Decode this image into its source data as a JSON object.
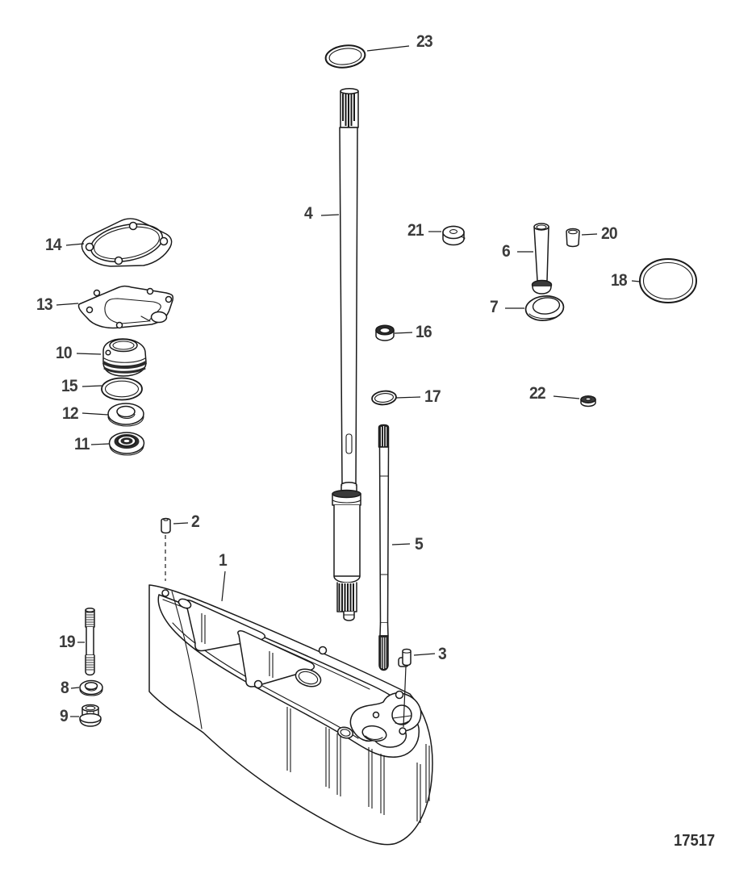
{
  "figure": {
    "drawing_number": "17517"
  },
  "callouts": {
    "c1": "1",
    "c2": "2",
    "c3": "3",
    "c4": "4",
    "c5": "5",
    "c6": "6",
    "c7": "7",
    "c8": "8",
    "c9": "9",
    "c10": "10",
    "c11": "11",
    "c12": "12",
    "c13": "13",
    "c14": "14",
    "c15": "15",
    "c16": "16",
    "c17": "17",
    "c18": "18",
    "c19": "19",
    "c20": "20",
    "c21": "21",
    "c22": "22",
    "c23": "23"
  }
}
